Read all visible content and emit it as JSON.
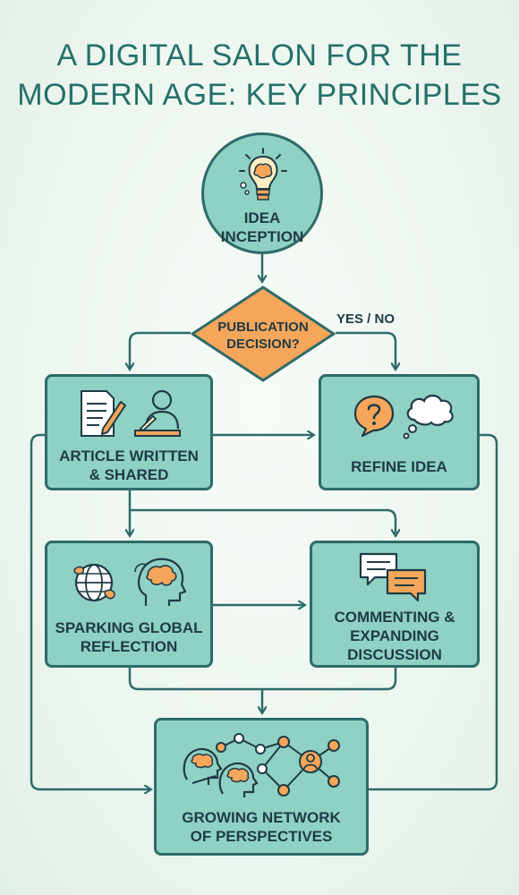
{
  "title": {
    "line1": "A DIGITAL SALON FOR THE",
    "line2": "MODERN AGE: KEY PRINCIPLES"
  },
  "nodes": {
    "idea_inception": {
      "line1": "IDEA",
      "line2": "INCEPTION"
    },
    "publication_decision": {
      "line1": "PUBLICATION",
      "line2": "DECISION?"
    },
    "decision_branch_label": "YES / NO",
    "article_written": {
      "line1": "ARTICLE WRITTEN",
      "line2": "& SHARED"
    },
    "refine_idea": {
      "line1": "REFINE IDEA"
    },
    "sparking_reflection": {
      "line1": "SPARKING GLOBAL",
      "line2": "REFLECTION"
    },
    "commenting": {
      "line1": "COMMENTING &",
      "line2": "EXPANDING",
      "line3": "DISCUSSION"
    },
    "growing_network": {
      "line1": "GROWING NETWORK",
      "line2": "OF PERSPECTIVES"
    }
  },
  "icons": [
    "lightbulb-brain-icon",
    "document-pen-icon",
    "person-writing-icon",
    "question-bubble-icon",
    "thought-cloud-icon",
    "globe-icon",
    "head-brain-icon",
    "chat-bubbles-icon",
    "head-network-icon"
  ],
  "colors": {
    "box_fill": "#8fd1c3",
    "box_border": "#2e6b6a",
    "accent_orange": "#f5a65b",
    "title": "#24706a",
    "line": "#2e6b6a"
  }
}
